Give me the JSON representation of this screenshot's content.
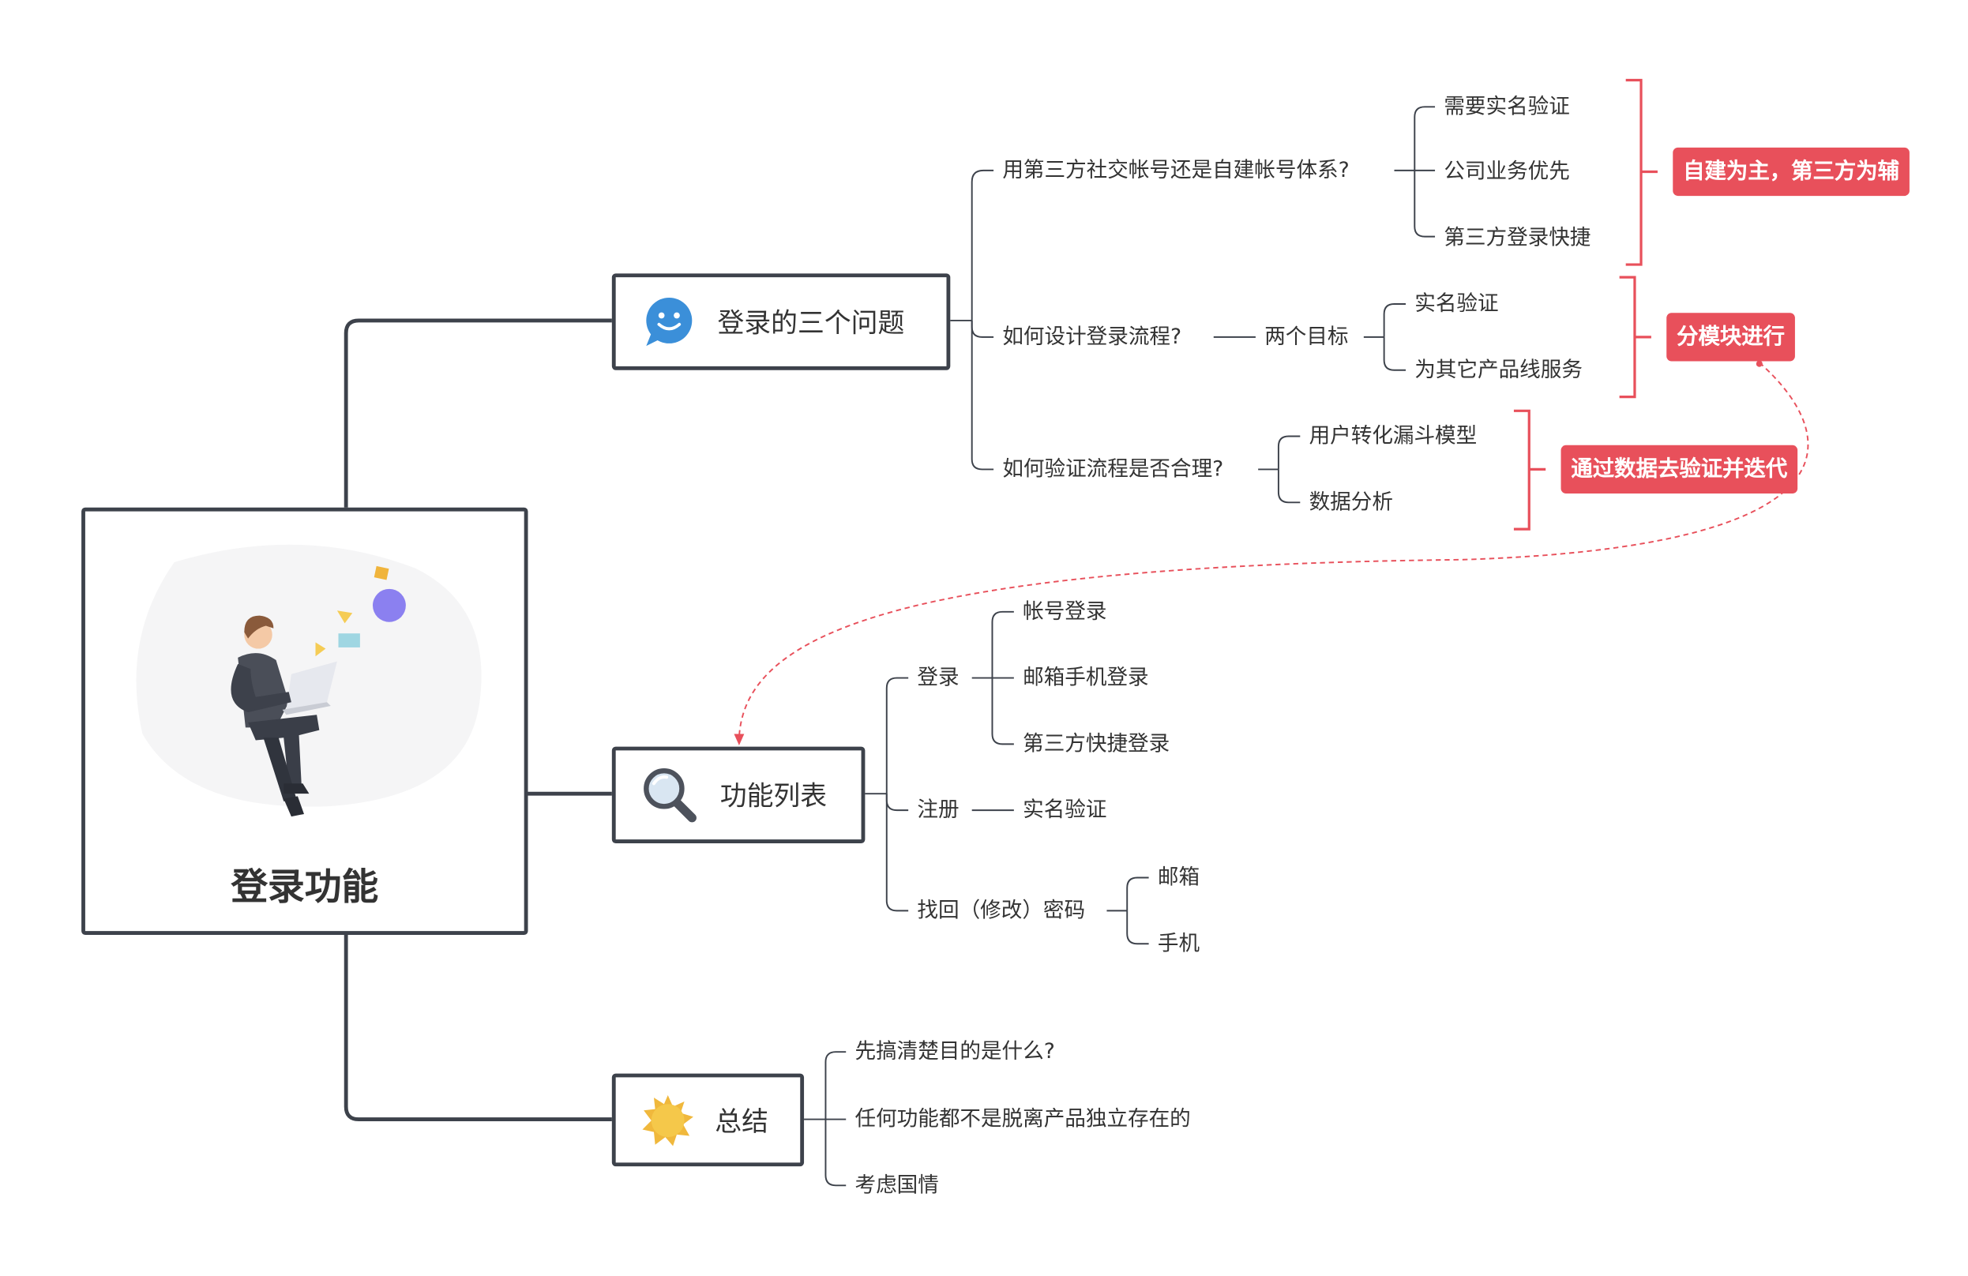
{
  "root": {
    "title": "登录功能",
    "illustration": "person-with-laptop"
  },
  "topics": [
    {
      "label": "登录的三个问题",
      "icon": "smiley-chat-icon",
      "questions": [
        {
          "text": "用第三方社交帐号还是自建帐号体系?",
          "children": [
            "需要实名验证",
            "公司业务优先",
            "第三方登录快捷"
          ],
          "conclusion": "自建为主，第三方为辅"
        },
        {
          "text": "如何设计登录流程?",
          "mid": "两个目标",
          "children": [
            "实名验证",
            "为其它产品线服务"
          ],
          "conclusion": "分模块进行"
        },
        {
          "text": "如何验证流程是否合理?",
          "children": [
            "用户转化漏斗模型",
            "数据分析"
          ],
          "conclusion": "通过数据去验证并迭代"
        }
      ]
    },
    {
      "label": "功能列表",
      "icon": "magnifier-icon",
      "items": [
        {
          "text": "登录",
          "children": [
            "帐号登录",
            "邮箱手机登录",
            "第三方快捷登录"
          ]
        },
        {
          "text": "注册",
          "children": [
            "实名验证"
          ]
        },
        {
          "text": "找回（修改）密码",
          "children": [
            "邮箱",
            "手机"
          ]
        }
      ]
    },
    {
      "label": "总结",
      "icon": "sun-icon",
      "items": [
        "先搞清楚目的是什么?",
        "任何功能都不是脱离产品独立存在的",
        "考虑国情"
      ]
    }
  ],
  "colors": {
    "line": "#3d424b",
    "accent": "#e8505b",
    "text": "#333333"
  }
}
